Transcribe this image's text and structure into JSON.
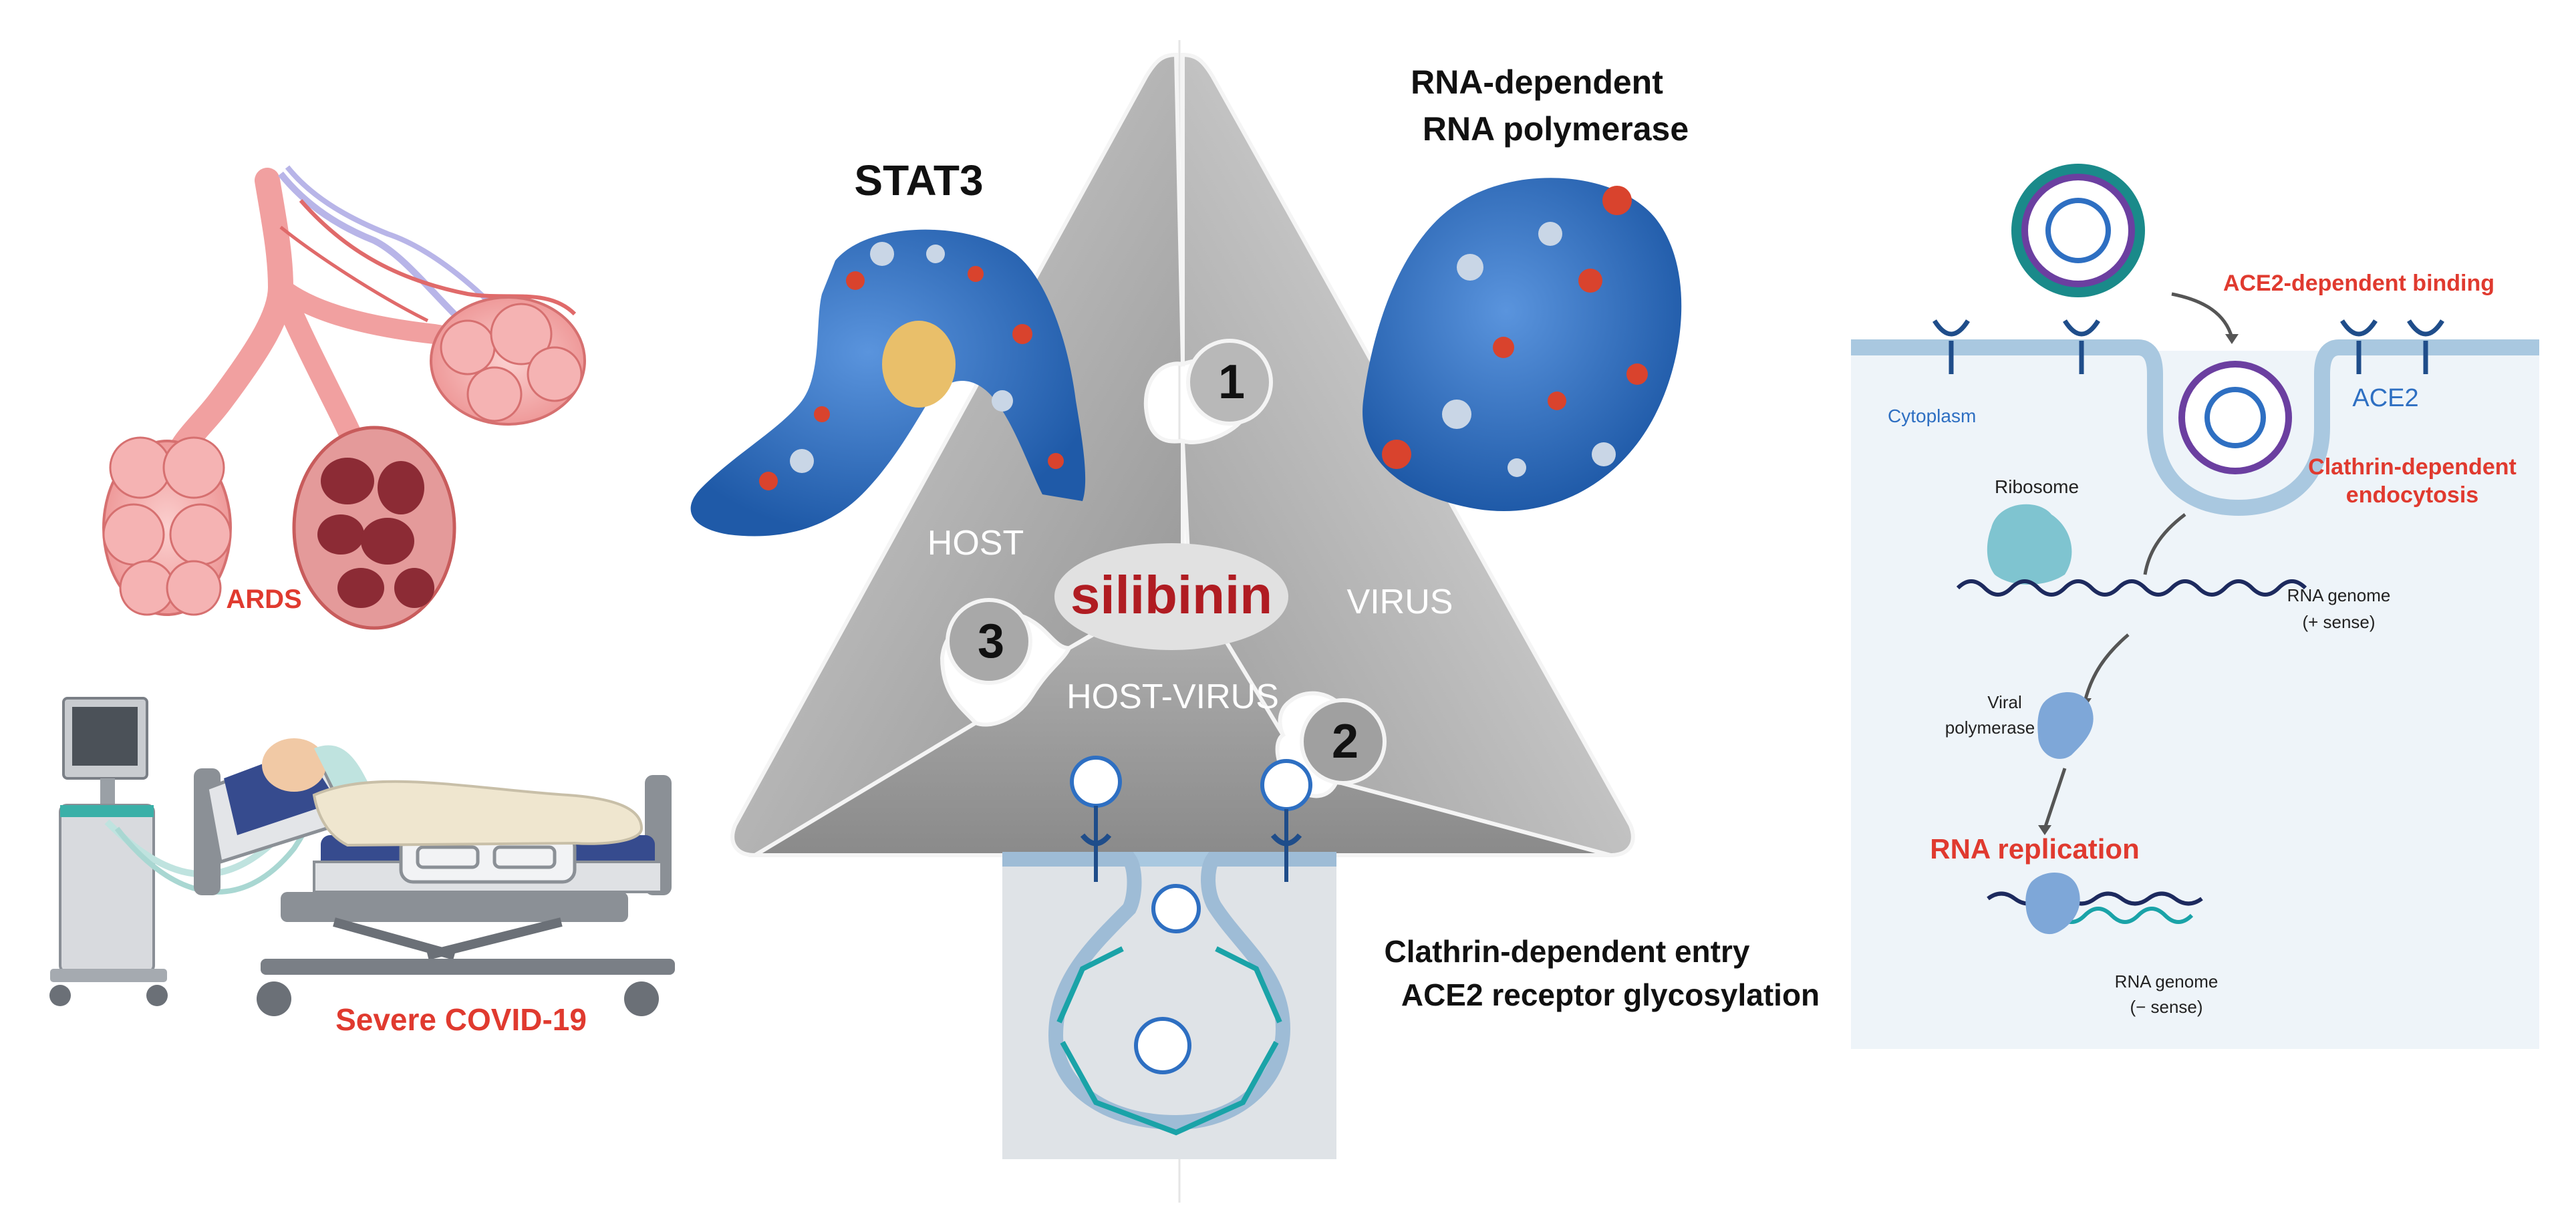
{
  "left_panel": {
    "ards_label": "ARDS",
    "severe_label": "Severe COVID-19"
  },
  "center_panel": {
    "stat3_label": "STAT3",
    "rdrp_line1": "RNA-dependent",
    "rdrp_line2": "RNA polymerase",
    "drug_name": "silibinin",
    "host_label": "HOST",
    "virus_label": "VIRUS",
    "host_virus_label": "HOST-VIRUS",
    "piece_numbers": [
      "1",
      "2",
      "3"
    ],
    "entry_line1": "Clathrin-dependent entry",
    "entry_line2": "ACE2 receptor glycosylation"
  },
  "right_panel": {
    "binding_label": "ACE2-dependent binding",
    "cytoplasm_label": "Cytoplasm",
    "ace2_label": "ACE2",
    "endocytosis_line1": "Clathrin-dependent",
    "endocytosis_line2": "endocytosis",
    "ribosome_label": "Ribosome",
    "genome_plus_line1": "RNA genome",
    "genome_plus_line2": "(+ sense)",
    "polymerase_line1": "Viral",
    "polymerase_line2": "polymerase",
    "replication_label": "RNA replication",
    "genome_minus_line1": "RNA genome",
    "genome_minus_line2": "(− sense)"
  },
  "colors": {
    "accent_red": "#e03a2f",
    "drug_red": "#b01c22",
    "protein_blue": "#2e6fc2",
    "teal": "#1aa3a8",
    "lung_pink": "#f4a3a3"
  }
}
